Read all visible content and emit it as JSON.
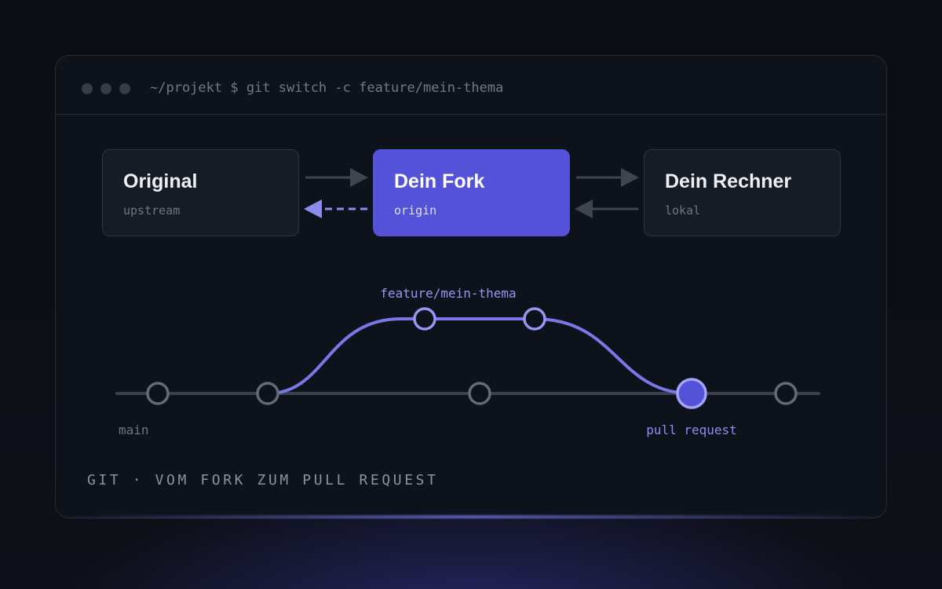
{
  "terminal": {
    "command": "~/projekt $ git switch -c feature/mein-thema"
  },
  "repos": [
    {
      "title": "Original",
      "subtitle": "upstream"
    },
    {
      "title": "Dein Fork",
      "subtitle": "origin"
    },
    {
      "title": "Dein Rechner",
      "subtitle": "lokal"
    }
  ],
  "graph": {
    "main_label": "main",
    "feature_label": "feature/mein-thema",
    "pull_request_label": "pull request",
    "main_commits": 5,
    "feature_commits": 2
  },
  "footer": {
    "caption": "GIT · VOM FORK ZUM PULL REQUEST"
  },
  "colors": {
    "accent": "#5352d8",
    "accent_light": "#8b8cf0",
    "main_line": "#3a414d",
    "commit_ring": "#636b78",
    "window_bg": "#0e131b"
  }
}
